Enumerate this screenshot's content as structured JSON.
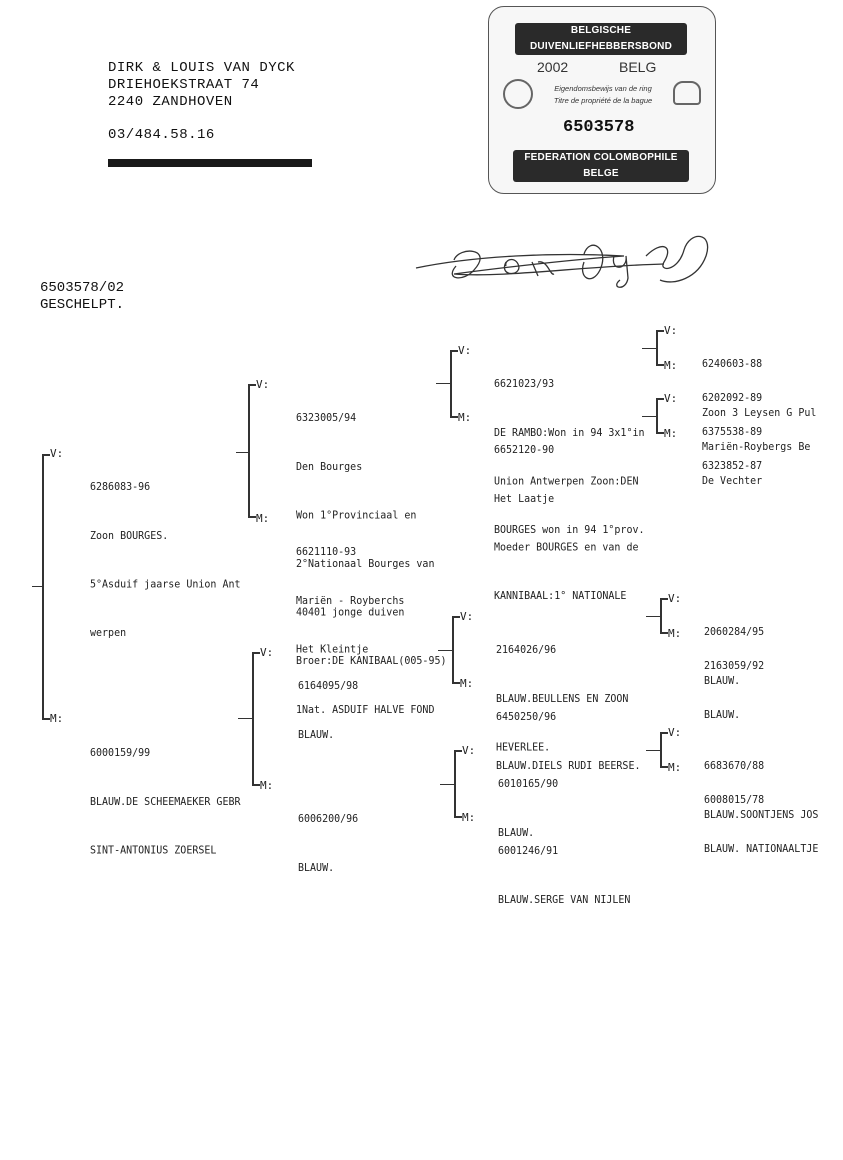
{
  "owner": {
    "name": "DIRK & LOUIS VAN DYCK",
    "street": "DRIEHOEKSTRAAT 74",
    "city": "2240  ZANDHOVEN",
    "phone": "03/484.58.16"
  },
  "certificate": {
    "org_top": "BELGISCHE DUIVENLIEFHEBBERSBOND",
    "year": "2002",
    "country": "BELG",
    "line1": "Eigendomsbewijs van de ring",
    "line2": "Titre de propriété de la bague",
    "number": "6503578",
    "org_bottom": "FEDERATION COLOMBOPHILE BELGE"
  },
  "signature": "Van Dyck",
  "subject": {
    "ring": "6503578/02",
    "color": "GESCHELPT."
  },
  "labels": {
    "father": "V:",
    "mother": "M:"
  },
  "pedigree": {
    "v": {
      "lines": [
        "6286083-96",
        "Zoon BOURGES.",
        "5°Asduif jaarse Union Ant",
        "werpen"
      ]
    },
    "m": {
      "lines": [
        "6000159/99",
        "BLAUW.DE SCHEEMAEKER GEBR",
        "SINT-ANTONIUS ZOERSEL"
      ]
    },
    "vv": {
      "lines": [
        "6323005/94",
        "Den Bourges",
        "Won 1°Provinciaal en",
        "2°Nationaal Bourges van",
        "40401 jonge duiven",
        "Broer:DE KANIBAAL(005-95)",
        "1Nat. ASDUIF HALVE FOND"
      ]
    },
    "vm": {
      "lines": [
        "6621110-93",
        "Mariën - Royberchs",
        "Het Kleintje"
      ]
    },
    "mv": {
      "lines": [
        "6164095/98",
        "BLAUW."
      ]
    },
    "mm": {
      "lines": [
        "6006200/96",
        "BLAUW."
      ]
    },
    "vvv": {
      "lines": [
        "6621023/93",
        "DE RAMBO:Won in 94 3x1°in",
        "Union Antwerpen Zoon:DEN",
        "BOURGES won in 94 1°prov."
      ]
    },
    "vvm": {
      "lines": [
        "6652120-90",
        "Het Laatje",
        "Moeder BOURGES en van de",
        "KANNIBAAL:1° NATIONALE"
      ]
    },
    "mvv": {
      "lines": [
        "2164026/96",
        "BLAUW.BEULLENS EN ZOON",
        "HEVERLEE."
      ]
    },
    "mvm": {
      "lines": [
        "6450250/96",
        "BLAUW.DIELS RUDI BEERSE."
      ]
    },
    "mmv": {
      "lines": [
        "6010165/90",
        "BLAUW."
      ]
    },
    "mmm": {
      "lines": [
        "6001246/91",
        "BLAUW.SERGE VAN NIJLEN"
      ]
    },
    "vvvv": {
      "lines": [
        "6240603-88",
        "Zoon 3 Leysen G Pul"
      ]
    },
    "vvvm": {
      "lines": [
        "6202092-89",
        "Mariën-Roybergs Be"
      ]
    },
    "vvmv": {
      "lines": [
        "6375538-89",
        "De Vechter"
      ]
    },
    "vvmm": {
      "lines": [
        "6323852-87"
      ]
    },
    "mvvv": {
      "lines": [
        "2060284/95",
        "BLAUW."
      ]
    },
    "mvvm": {
      "lines": [
        "2163059/92",
        "BLAUW."
      ]
    },
    "mmvv": {
      "lines": [
        "6683670/88",
        "BLAUW.SOONTJENS JOS"
      ]
    },
    "mmvm": {
      "lines": [
        "6008015/78",
        "BLAUW. NATIONAALTJE"
      ]
    }
  }
}
